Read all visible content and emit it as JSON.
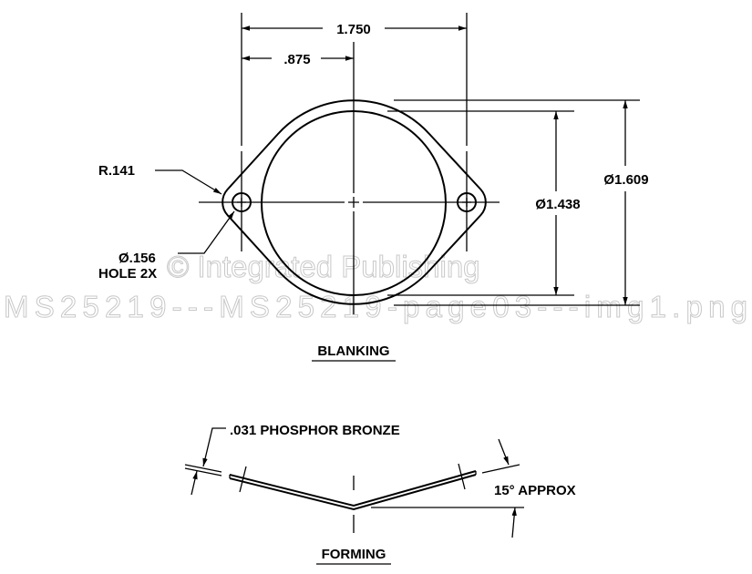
{
  "blanking": {
    "title": "BLANKING",
    "dim_overall": "1.750",
    "dim_half": ".875",
    "dim_outer_dia": "Ø1.609",
    "dim_inner_dia": "Ø1.438",
    "radius": "R.141",
    "hole_dia": "Ø.156",
    "hole_qty": "HOLE 2X"
  },
  "forming": {
    "title": "FORMING",
    "material": ".031 PHOSPHOR BRONZE",
    "angle": "15° APPROX"
  },
  "watermark": {
    "line1": "© Integrated Publishing",
    "line2": "MS25219---MS25219-page03---img1.png"
  }
}
